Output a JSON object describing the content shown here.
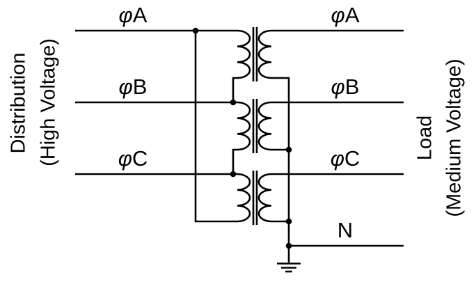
{
  "side_labels": {
    "left": {
      "line1": "Distribution",
      "line2": "(High Voltage)"
    },
    "right": {
      "line1": "Load",
      "line2": "(Medium Voltage)"
    }
  },
  "phase_labels": {
    "hv": [
      {
        "phi": "φ",
        "name": "A"
      },
      {
        "phi": "φ",
        "name": "B"
      },
      {
        "phi": "φ",
        "name": "C"
      }
    ],
    "mv": [
      {
        "phi": "φ",
        "name": "A"
      },
      {
        "phi": "φ",
        "name": "B"
      },
      {
        "phi": "φ",
        "name": "C"
      },
      {
        "phi": "",
        "name": "N"
      }
    ]
  },
  "colors": {
    "line": "#000000",
    "background": "#ffffff"
  }
}
